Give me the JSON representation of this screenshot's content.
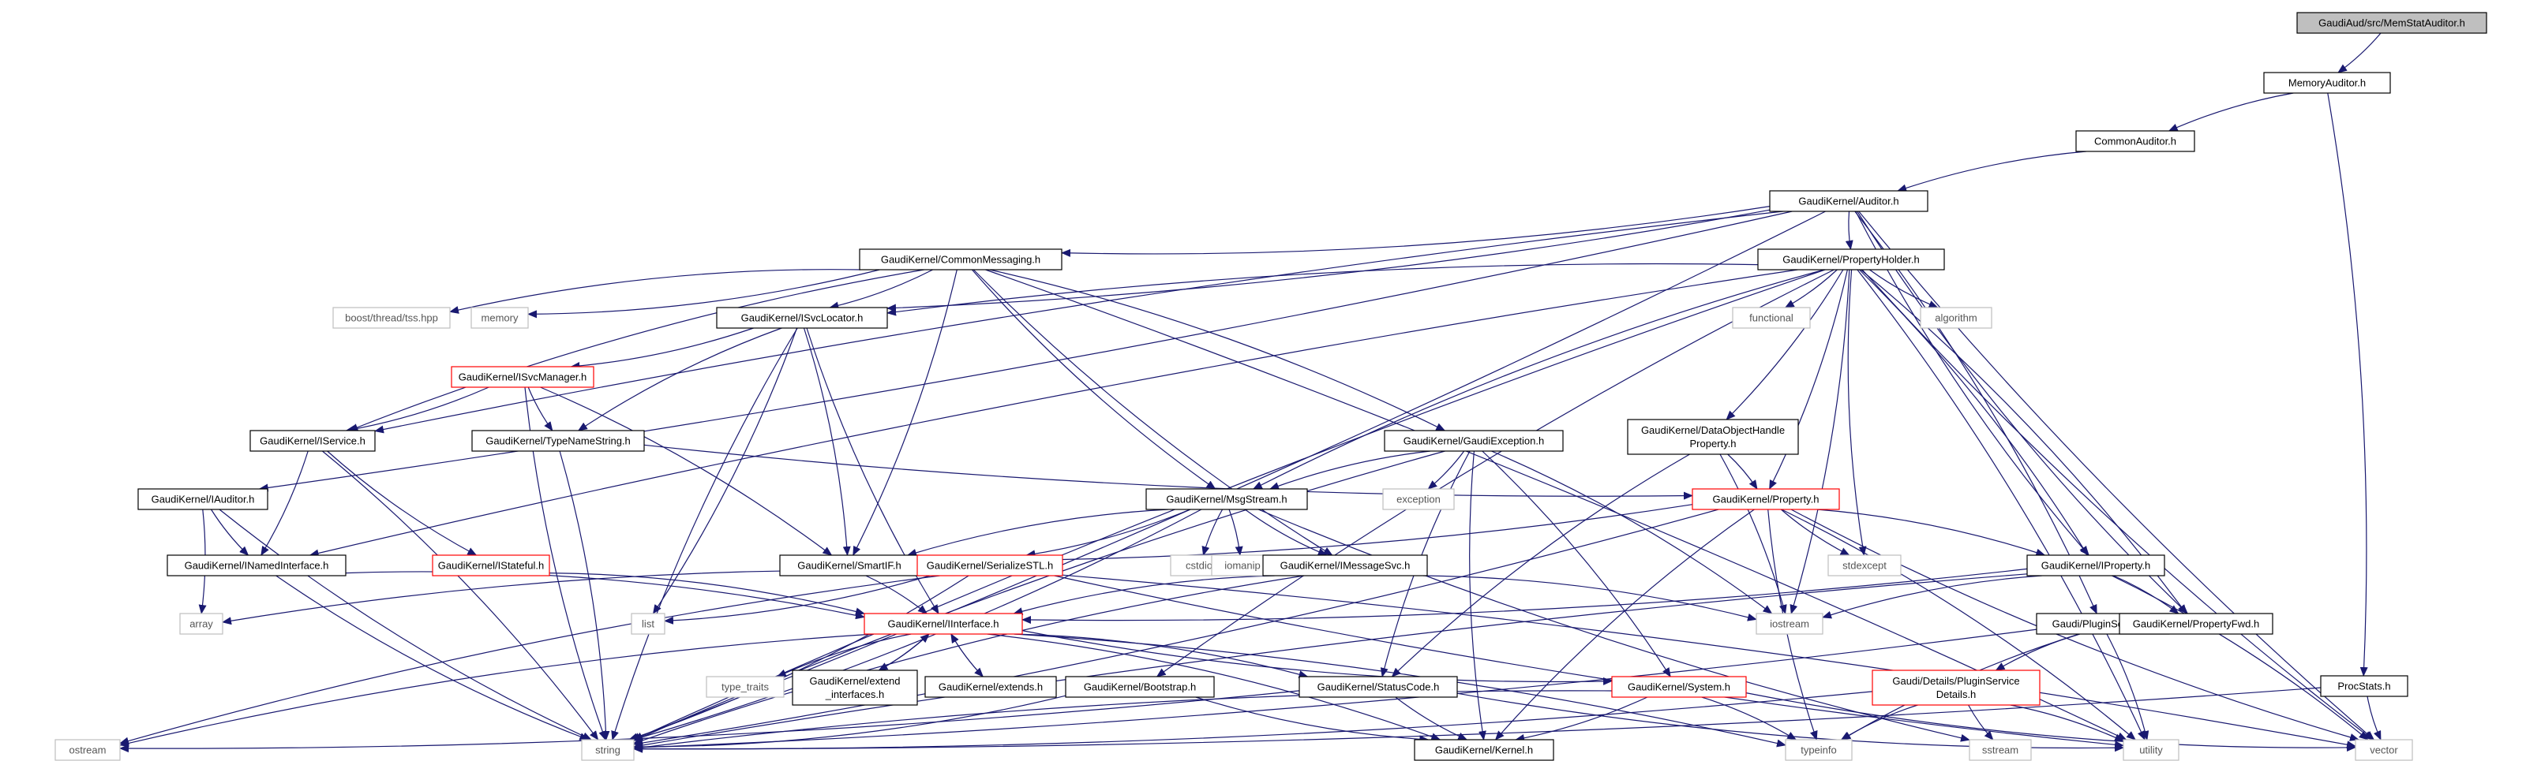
{
  "title": "GaudiAud/src/MemStatAuditor.h",
  "colors": {
    "edge": "#191970",
    "node_border": "#000000",
    "node_fill": "#ffffff",
    "root_fill": "#bfbfbf",
    "missing_border": "#ff0000",
    "system_border": "#bfbfbf",
    "system_text": "#555555"
  },
  "nodes": [
    {
      "id": "root",
      "label": "GaudiAud/src/MemStatAuditor.h",
      "style": "root"
    },
    {
      "id": "mem",
      "label": "MemoryAuditor.h",
      "style": "normal"
    },
    {
      "id": "common",
      "label": "CommonAuditor.h",
      "style": "normal"
    },
    {
      "id": "auditor",
      "label": "GaudiKernel/Auditor.h",
      "style": "normal"
    },
    {
      "id": "procstats",
      "label": "ProcStats.h",
      "style": "normal"
    },
    {
      "id": "cmsg",
      "label": "GaudiKernel/CommonMessaging.h",
      "style": "normal"
    },
    {
      "id": "pholder",
      "label": "GaudiKernel/PropertyHolder.h",
      "style": "normal"
    },
    {
      "id": "isvcloc",
      "label": "GaudiKernel/ISvcLocator.h",
      "style": "normal"
    },
    {
      "id": "boostts",
      "label": "boost/thread/tss.hpp",
      "style": "system"
    },
    {
      "id": "memory",
      "label": "memory",
      "style": "system"
    },
    {
      "id": "functional",
      "label": "functional",
      "style": "system"
    },
    {
      "id": "algorithm",
      "label": "algorithm",
      "style": "system"
    },
    {
      "id": "isvcmgr",
      "label": "GaudiKernel/ISvcManager.h",
      "style": "missing"
    },
    {
      "id": "iservice",
      "label": "GaudiKernel/IService.h",
      "style": "normal"
    },
    {
      "id": "typename",
      "label": "GaudiKernel/TypeNameString.h",
      "style": "normal"
    },
    {
      "id": "gexc",
      "label": "GaudiKernel/GaudiException.h",
      "style": "normal"
    },
    {
      "id": "dohp",
      "label": "GaudiKernel/DataObjectHandle\nProperty.h",
      "style": "normal"
    },
    {
      "id": "iauditor",
      "label": "GaudiKernel/IAuditor.h",
      "style": "normal"
    },
    {
      "id": "istateful",
      "label": "GaudiKernel/IStateful.h",
      "style": "missing"
    },
    {
      "id": "msgstream",
      "label": "GaudiKernel/MsgStream.h",
      "style": "normal"
    },
    {
      "id": "exception",
      "label": "exception",
      "style": "system"
    },
    {
      "id": "property",
      "label": "GaudiKernel/Property.h",
      "style": "missing"
    },
    {
      "id": "inamed",
      "label": "GaudiKernel/INamedInterface.h",
      "style": "normal"
    },
    {
      "id": "smartif",
      "label": "GaudiKernel/SmartIF.h",
      "style": "normal"
    },
    {
      "id": "serstl",
      "label": "GaudiKernel/SerializeSTL.h",
      "style": "missing"
    },
    {
      "id": "cstdio",
      "label": "cstdio",
      "style": "system"
    },
    {
      "id": "iomanip",
      "label": "iomanip",
      "style": "system"
    },
    {
      "id": "imsgsvc",
      "label": "GaudiKernel/IMessageSvc.h",
      "style": "normal"
    },
    {
      "id": "stdexcept",
      "label": "stdexcept",
      "style": "system"
    },
    {
      "id": "iproperty",
      "label": "GaudiKernel/IProperty.h",
      "style": "normal"
    },
    {
      "id": "array",
      "label": "array",
      "style": "system"
    },
    {
      "id": "list",
      "label": "list",
      "style": "system"
    },
    {
      "id": "iinterface",
      "label": "GaudiKernel/IInterface.h",
      "style": "missing"
    },
    {
      "id": "iostream",
      "label": "iostream",
      "style": "system"
    },
    {
      "id": "pluginsvc",
      "label": "Gaudi/PluginService.h",
      "style": "normal"
    },
    {
      "id": "propfwd",
      "label": "GaudiKernel/PropertyFwd.h",
      "style": "normal"
    },
    {
      "id": "typetraits",
      "label": "type_traits",
      "style": "system"
    },
    {
      "id": "extif",
      "label": "GaudiKernel/extend\n_interfaces.h",
      "style": "normal"
    },
    {
      "id": "extends",
      "label": "GaudiKernel/extends.h",
      "style": "normal"
    },
    {
      "id": "bootstrap",
      "label": "GaudiKernel/Bootstrap.h",
      "style": "normal"
    },
    {
      "id": "statuscode",
      "label": "GaudiKernel/StatusCode.h",
      "style": "normal"
    },
    {
      "id": "system",
      "label": "GaudiKernel/System.h",
      "style": "missing"
    },
    {
      "id": "pluginsvcdet",
      "label": "Gaudi/Details/PluginService\nDetails.h",
      "style": "missing"
    },
    {
      "id": "ostream",
      "label": "ostream",
      "style": "system"
    },
    {
      "id": "string",
      "label": "string",
      "style": "system"
    },
    {
      "id": "kernel",
      "label": "GaudiKernel/Kernel.h",
      "style": "normal"
    },
    {
      "id": "typeinfo",
      "label": "typeinfo",
      "style": "system"
    },
    {
      "id": "sstream",
      "label": "sstream",
      "style": "system"
    },
    {
      "id": "utility",
      "label": "utility",
      "style": "system"
    },
    {
      "id": "vector",
      "label": "vector",
      "style": "system"
    }
  ],
  "edges": [
    [
      "root",
      "mem"
    ],
    [
      "mem",
      "common"
    ],
    [
      "mem",
      "procstats"
    ],
    [
      "common",
      "auditor"
    ],
    [
      "auditor",
      "cmsg"
    ],
    [
      "auditor",
      "pholder"
    ],
    [
      "auditor",
      "isvcloc"
    ],
    [
      "auditor",
      "iservice"
    ],
    [
      "auditor",
      "iauditor"
    ],
    [
      "auditor",
      "iproperty"
    ],
    [
      "auditor",
      "pluginsvc"
    ],
    [
      "auditor",
      "propfwd"
    ],
    [
      "auditor",
      "string"
    ],
    [
      "auditor",
      "vector"
    ],
    [
      "cmsg",
      "isvcloc"
    ],
    [
      "cmsg",
      "boostts"
    ],
    [
      "cmsg",
      "memory"
    ],
    [
      "cmsg",
      "iservice"
    ],
    [
      "cmsg",
      "gexc"
    ],
    [
      "cmsg",
      "msgstream"
    ],
    [
      "cmsg",
      "smartif"
    ],
    [
      "cmsg",
      "imsgsvc"
    ],
    [
      "cmsg",
      "utility"
    ],
    [
      "pholder",
      "isvcloc"
    ],
    [
      "pholder",
      "functional"
    ],
    [
      "pholder",
      "algorithm"
    ],
    [
      "pholder",
      "dohp"
    ],
    [
      "pholder",
      "msgstream"
    ],
    [
      "pholder",
      "property"
    ],
    [
      "pholder",
      "inamed"
    ],
    [
      "pholder",
      "iproperty"
    ],
    [
      "pholder",
      "stdexcept"
    ],
    [
      "pholder",
      "iostream"
    ],
    [
      "pholder",
      "bootstrap"
    ],
    [
      "pholder",
      "propfwd"
    ],
    [
      "pholder",
      "string"
    ],
    [
      "pholder",
      "utility"
    ],
    [
      "pholder",
      "vector"
    ],
    [
      "isvcloc",
      "isvcmgr"
    ],
    [
      "isvcloc",
      "typename"
    ],
    [
      "isvcloc",
      "smartif"
    ],
    [
      "isvcloc",
      "iinterface"
    ],
    [
      "isvcloc",
      "list"
    ],
    [
      "isvcloc",
      "string"
    ],
    [
      "isvcmgr",
      "iservice"
    ],
    [
      "isvcmgr",
      "typename"
    ],
    [
      "isvcmgr",
      "smartif"
    ],
    [
      "isvcmgr",
      "string"
    ],
    [
      "iservice",
      "inamed"
    ],
    [
      "iservice",
      "istateful"
    ],
    [
      "iservice",
      "string"
    ],
    [
      "typename",
      "property"
    ],
    [
      "typename",
      "string"
    ],
    [
      "gexc",
      "msgstream"
    ],
    [
      "gexc",
      "exception"
    ],
    [
      "gexc",
      "statuscode"
    ],
    [
      "gexc",
      "system"
    ],
    [
      "gexc",
      "kernel"
    ],
    [
      "gexc",
      "iostream"
    ],
    [
      "gexc",
      "string"
    ],
    [
      "dohp",
      "property"
    ],
    [
      "dohp",
      "statuscode"
    ],
    [
      "dohp",
      "iostream"
    ],
    [
      "iauditor",
      "inamed"
    ],
    [
      "iauditor",
      "array"
    ],
    [
      "iauditor",
      "string"
    ],
    [
      "istateful",
      "iinterface"
    ],
    [
      "msgstream",
      "smartif"
    ],
    [
      "msgstream",
      "serstl"
    ],
    [
      "msgstream",
      "cstdio"
    ],
    [
      "msgstream",
      "iomanip"
    ],
    [
      "msgstream",
      "imsgsvc"
    ],
    [
      "msgstream",
      "string"
    ],
    [
      "msgstream",
      "sstream"
    ],
    [
      "property",
      "smartif"
    ],
    [
      "property",
      "stdexcept"
    ],
    [
      "property",
      "iproperty"
    ],
    [
      "property",
      "kernel"
    ],
    [
      "property",
      "string"
    ],
    [
      "property",
      "typeinfo"
    ],
    [
      "property",
      "utility"
    ],
    [
      "property",
      "vector"
    ],
    [
      "inamed",
      "iinterface"
    ],
    [
      "inamed",
      "string"
    ],
    [
      "smartif",
      "iinterface"
    ],
    [
      "serstl",
      "array"
    ],
    [
      "serstl",
      "list"
    ],
    [
      "serstl",
      "ostream"
    ],
    [
      "serstl",
      "string"
    ],
    [
      "serstl",
      "utility"
    ],
    [
      "serstl",
      "vector"
    ],
    [
      "imsgsvc",
      "iinterface"
    ],
    [
      "imsgsvc",
      "iostream"
    ],
    [
      "imsgsvc",
      "string"
    ],
    [
      "iproperty",
      "iinterface"
    ],
    [
      "iproperty",
      "iostream"
    ],
    [
      "iproperty",
      "propfwd"
    ],
    [
      "iproperty",
      "string"
    ],
    [
      "iproperty",
      "vector"
    ],
    [
      "iinterface",
      "typetraits"
    ],
    [
      "iinterface",
      "extif"
    ],
    [
      "iinterface",
      "extends"
    ],
    [
      "iinterface",
      "statuscode"
    ],
    [
      "iinterface",
      "system"
    ],
    [
      "iinterface",
      "kernel"
    ],
    [
      "iinterface",
      "ostream"
    ],
    [
      "iinterface",
      "typeinfo"
    ],
    [
      "extif",
      "iinterface"
    ],
    [
      "extends",
      "iinterface"
    ],
    [
      "pluginsvc",
      "pluginsvcdet"
    ],
    [
      "pluginsvc",
      "string"
    ],
    [
      "pluginsvc",
      "typeinfo"
    ],
    [
      "pluginsvc",
      "utility"
    ],
    [
      "pluginsvcdet",
      "sstream"
    ],
    [
      "pluginsvcdet",
      "string"
    ],
    [
      "pluginsvcdet",
      "typeinfo"
    ],
    [
      "pluginsvcdet",
      "utility"
    ],
    [
      "bootstrap",
      "kernel"
    ],
    [
      "bootstrap",
      "string"
    ],
    [
      "statuscode",
      "kernel"
    ],
    [
      "statuscode",
      "ostream"
    ],
    [
      "statuscode",
      "utility"
    ],
    [
      "system",
      "kernel"
    ],
    [
      "system",
      "string"
    ],
    [
      "system",
      "typeinfo"
    ],
    [
      "system",
      "vector"
    ],
    [
      "procstats",
      "string"
    ],
    [
      "procstats",
      "vector"
    ]
  ]
}
